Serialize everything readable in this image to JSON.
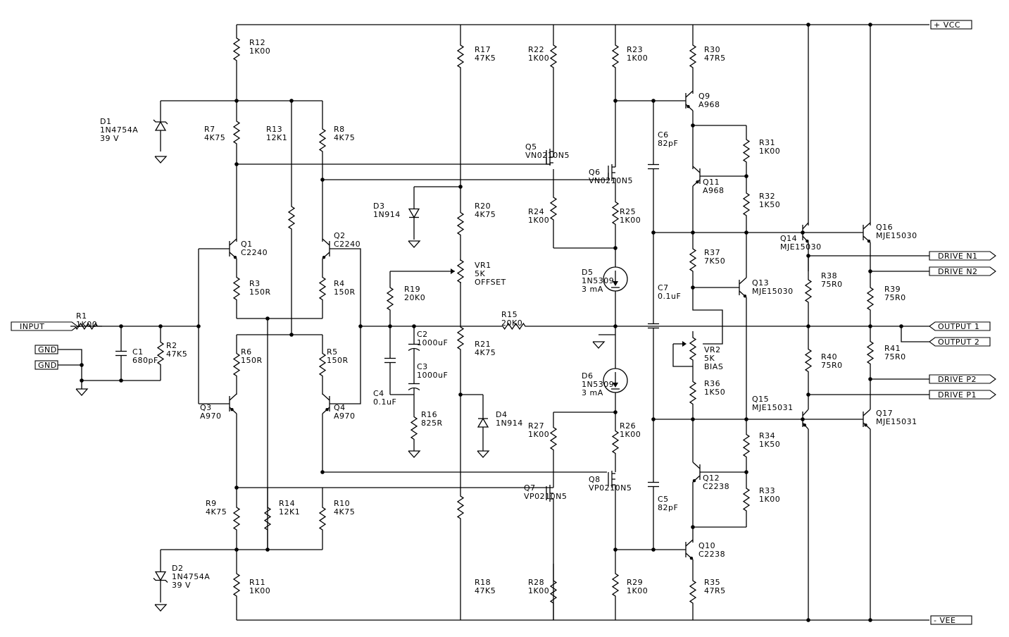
{
  "ports": {
    "vcc": "+ VCC",
    "vee": "- VEE",
    "input": "INPUT",
    "gnd1": "GND",
    "gnd2": "GND",
    "out1": "OUTPUT 1",
    "out2": "OUTPUT 2",
    "drive_n1": "DRIVE N1",
    "drive_n2": "DRIVE N2",
    "drive_p1": "DRIVE P1",
    "drive_p2": "DRIVE P2"
  },
  "components": {
    "R1": {
      "ref": "R1",
      "value": "1K00"
    },
    "R2": {
      "ref": "R2",
      "value": "47K5"
    },
    "R3": {
      "ref": "R3",
      "value": "150R"
    },
    "R4": {
      "ref": "R4",
      "value": "150R"
    },
    "R5": {
      "ref": "R5",
      "value": "150R"
    },
    "R6": {
      "ref": "R6",
      "value": "150R"
    },
    "R7": {
      "ref": "R7",
      "value": "4K75"
    },
    "R8": {
      "ref": "R8",
      "value": "4K75"
    },
    "R9": {
      "ref": "R9",
      "value": "4K75"
    },
    "R10": {
      "ref": "R10",
      "value": "4K75"
    },
    "R11": {
      "ref": "R11",
      "value": "1K00"
    },
    "R12": {
      "ref": "R12",
      "value": "1K00"
    },
    "R13": {
      "ref": "R13",
      "value": "12K1"
    },
    "R14": {
      "ref": "R14",
      "value": "12K1"
    },
    "R15": {
      "ref": "R15",
      "value": "20K0"
    },
    "R16": {
      "ref": "R16",
      "value": "825R"
    },
    "R17": {
      "ref": "R17",
      "value": "47K5"
    },
    "R18": {
      "ref": "R18",
      "value": "47K5"
    },
    "R19": {
      "ref": "R19",
      "value": "20K0"
    },
    "R20": {
      "ref": "R20",
      "value": "4K75"
    },
    "R21": {
      "ref": "R21",
      "value": "4K75"
    },
    "R22": {
      "ref": "R22",
      "value": "1K00"
    },
    "R23": {
      "ref": "R23",
      "value": "1K00"
    },
    "R24": {
      "ref": "R24",
      "value": "1K00"
    },
    "R25": {
      "ref": "R25",
      "value": "1K00"
    },
    "R26": {
      "ref": "R26",
      "value": "1K00"
    },
    "R27": {
      "ref": "R27",
      "value": "1K00"
    },
    "R28": {
      "ref": "R28",
      "value": "1K00"
    },
    "R29": {
      "ref": "R29",
      "value": "1K00"
    },
    "R30": {
      "ref": "R30",
      "value": "47R5"
    },
    "R31": {
      "ref": "R31",
      "value": "1K00"
    },
    "R32": {
      "ref": "R32",
      "value": "1K50"
    },
    "R33": {
      "ref": "R33",
      "value": "1K00"
    },
    "R34": {
      "ref": "R34",
      "value": "1K50"
    },
    "R35": {
      "ref": "R35",
      "value": "47R5"
    },
    "R36": {
      "ref": "R36",
      "value": "1K50"
    },
    "R37": {
      "ref": "R37",
      "value": "7K50"
    },
    "R38": {
      "ref": "R38",
      "value": "75R0"
    },
    "R39": {
      "ref": "R39",
      "value": "75R0"
    },
    "R40": {
      "ref": "R40",
      "value": "75R0"
    },
    "R41": {
      "ref": "R41",
      "value": "75R0"
    },
    "C1": {
      "ref": "C1",
      "value": "680pF"
    },
    "C2": {
      "ref": "C2",
      "value": "1000uF"
    },
    "C3": {
      "ref": "C3",
      "value": "1000uF"
    },
    "C4": {
      "ref": "C4",
      "value": "0.1uF"
    },
    "C5": {
      "ref": "C5",
      "value": "82pF"
    },
    "C6": {
      "ref": "C6",
      "value": "82pF"
    },
    "C7": {
      "ref": "C7",
      "value": "0.1uF"
    },
    "D1": {
      "ref": "D1",
      "value": "1N4754A",
      "extra": "39 V"
    },
    "D2": {
      "ref": "D2",
      "value": "1N4754A",
      "extra": "39 V"
    },
    "D3": {
      "ref": "D3",
      "value": "1N914"
    },
    "D4": {
      "ref": "D4",
      "value": "1N914"
    },
    "D5": {
      "ref": "D5",
      "value": "1N5309",
      "extra": "3 mA"
    },
    "D6": {
      "ref": "D6",
      "value": "1N5309",
      "extra": "3 mA"
    },
    "Q1": {
      "ref": "Q1",
      "value": "C2240"
    },
    "Q2": {
      "ref": "Q2",
      "value": "C2240"
    },
    "Q3": {
      "ref": "Q3",
      "value": "A970"
    },
    "Q4": {
      "ref": "Q4",
      "value": "A970"
    },
    "Q5": {
      "ref": "Q5",
      "value": "VN0210N5"
    },
    "Q6": {
      "ref": "Q6",
      "value": "VN0210N5"
    },
    "Q7": {
      "ref": "Q7",
      "value": "VP0210N5"
    },
    "Q8": {
      "ref": "Q8",
      "value": "VP0210N5"
    },
    "Q9": {
      "ref": "Q9",
      "value": "A968"
    },
    "Q10": {
      "ref": "Q10",
      "value": "C2238"
    },
    "Q11": {
      "ref": "Q11",
      "value": "A968"
    },
    "Q12": {
      "ref": "Q12",
      "value": "C2238"
    },
    "Q13": {
      "ref": "Q13",
      "value": "MJE15030"
    },
    "Q14": {
      "ref": "Q14",
      "value": "MJE15030"
    },
    "Q15": {
      "ref": "Q15",
      "value": "MJE15031"
    },
    "Q16": {
      "ref": "Q16",
      "value": "MJE15030"
    },
    "Q17": {
      "ref": "Q17",
      "value": "MJE15031"
    },
    "VR1": {
      "ref": "VR1",
      "value": "5K",
      "extra": "OFFSET"
    },
    "VR2": {
      "ref": "VR2",
      "value": "5K",
      "extra": "BIAS"
    }
  }
}
